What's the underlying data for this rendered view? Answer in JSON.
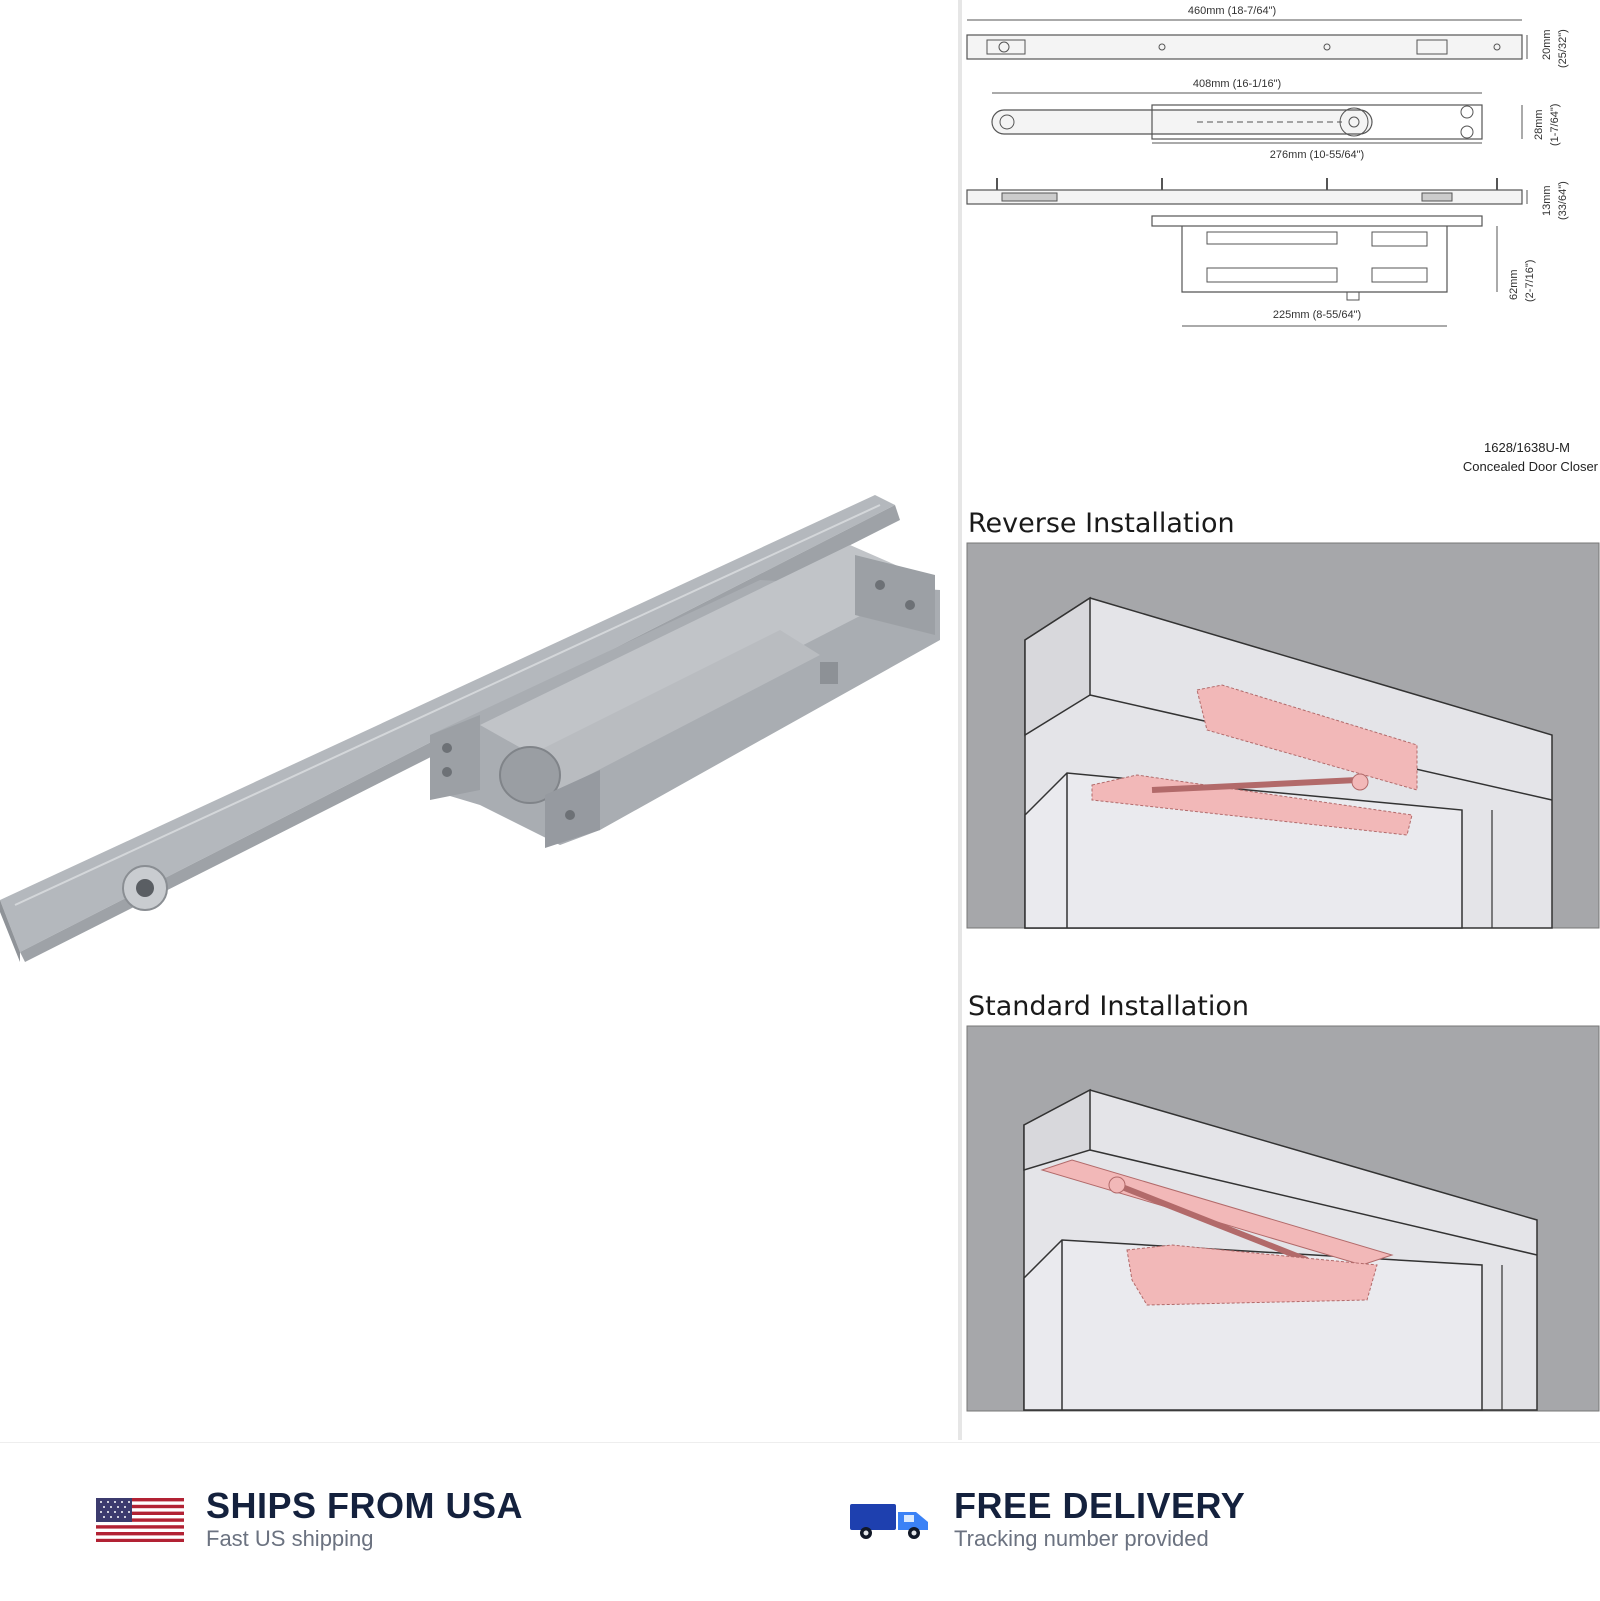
{
  "specs": {
    "dim_460": "460mm (18-7/64\")",
    "dim_20": "20mm",
    "dim_20_in": "(25/32\")",
    "dim_408": "408mm (16-1/16\")",
    "dim_28": "28mm",
    "dim_28_in": "(1-7/64\")",
    "dim_276": "276mm (10-55/64\")",
    "dim_13": "13mm",
    "dim_13_in": "(33/64\")",
    "dim_62": "62mm",
    "dim_62_in": "(2-7/16\")",
    "dim_225": "225mm (8-55/64\")",
    "model": "1628/1638U-M",
    "product_name": "Concealed Door Closer"
  },
  "installations": {
    "reverse_title": "Reverse Installation",
    "standard_title": "Standard Installation"
  },
  "badges": {
    "usa_title": "SHIPS FROM USA",
    "usa_sub": "Fast US shipping",
    "delivery_title": "FREE DELIVERY",
    "delivery_sub": "Tracking number provided"
  },
  "colors": {
    "closer_body": "#a9adb2",
    "diagram_background": "#a6a7aa",
    "door_panel": "#e4e4e8",
    "closer_part": "#f2b8b8",
    "badge_title": "#14213d",
    "truck_blue": "#1e40af"
  }
}
